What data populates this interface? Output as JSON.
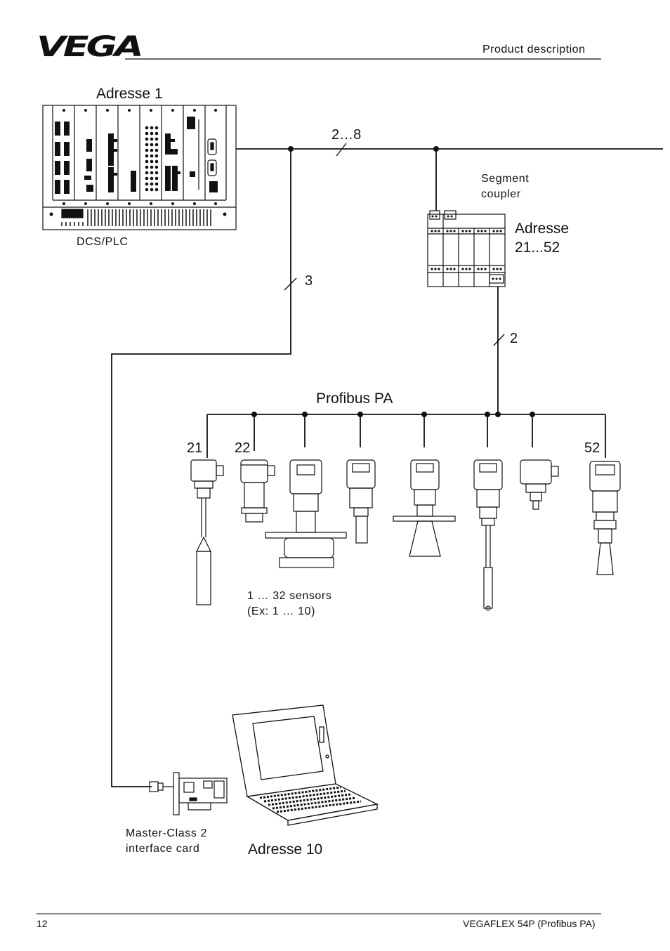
{
  "header": {
    "logo": "VEGA",
    "section": "Product description"
  },
  "diagram": {
    "dcs_address": "Adresse 1",
    "dcs_label": "DCS/PLC",
    "bus_count_label": "2…8",
    "segment_coupler_label_line1": "Segment",
    "segment_coupler_label_line2": "coupler",
    "coupler_address_line1": "Adresse",
    "coupler_address_line2": "21...52",
    "branch_3_label": "3",
    "branch_2_label": "2",
    "bus_name": "Profibus PA",
    "sensor_first_address": "21",
    "sensor_second_address": "22",
    "sensor_last_address": "52",
    "sensors_count_line1": "1 … 32 sensors",
    "sensors_count_line2": "(Ex: 1 … 10)",
    "interface_card_line1": "Master-Class 2",
    "interface_card_line2": "interface card",
    "laptop_address": "Adresse 10"
  },
  "footer": {
    "page_number": "12",
    "document_title": "VEGAFLEX 54P (Profibus PA)"
  }
}
